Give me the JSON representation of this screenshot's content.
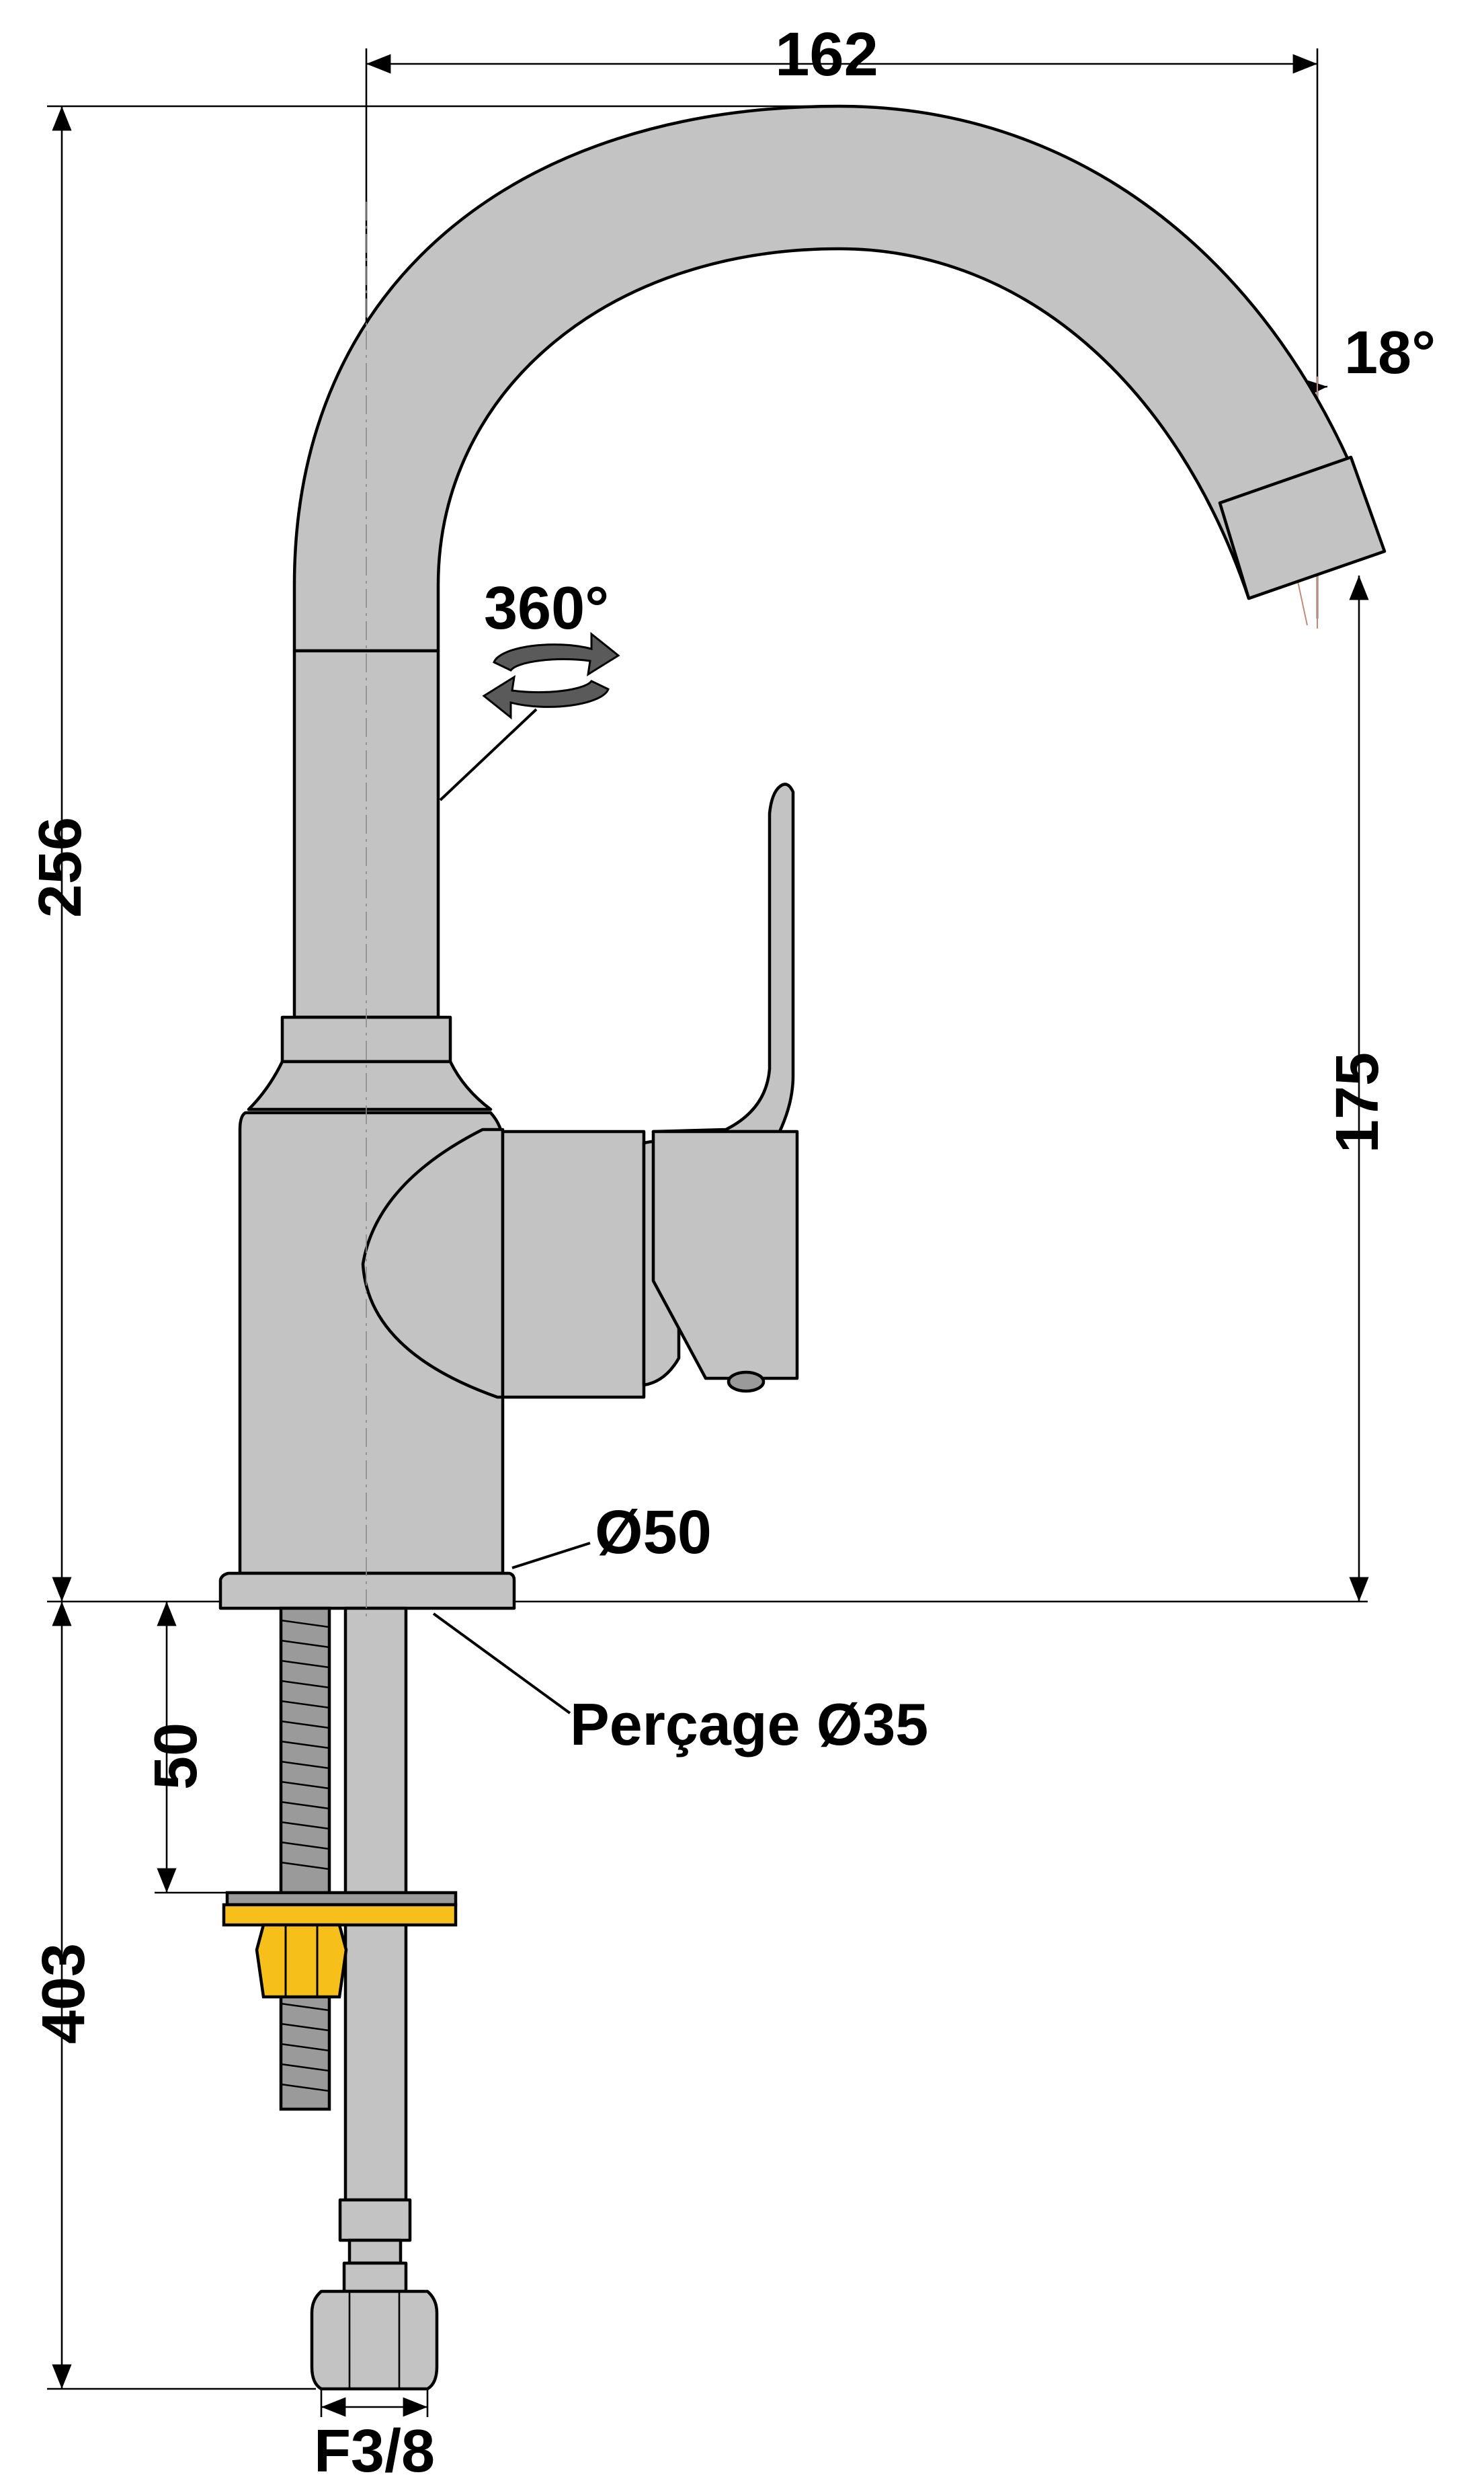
{
  "dimensions": {
    "overall_width": "162",
    "overall_height": "256",
    "spout_height": "175",
    "spout_angle": "18°",
    "rotation": "360°",
    "base_diameter": "Ø50",
    "drilling": "Perçage Ø35",
    "stud_length": "50",
    "hose_length": "403",
    "connection": "F3/8"
  },
  "colors": {
    "body": "#c3c3c3",
    "nut_washer": "#f7bf1a",
    "dimension_lines": "#000000"
  },
  "icons": {
    "rotation": "circular-arrows-icon"
  }
}
